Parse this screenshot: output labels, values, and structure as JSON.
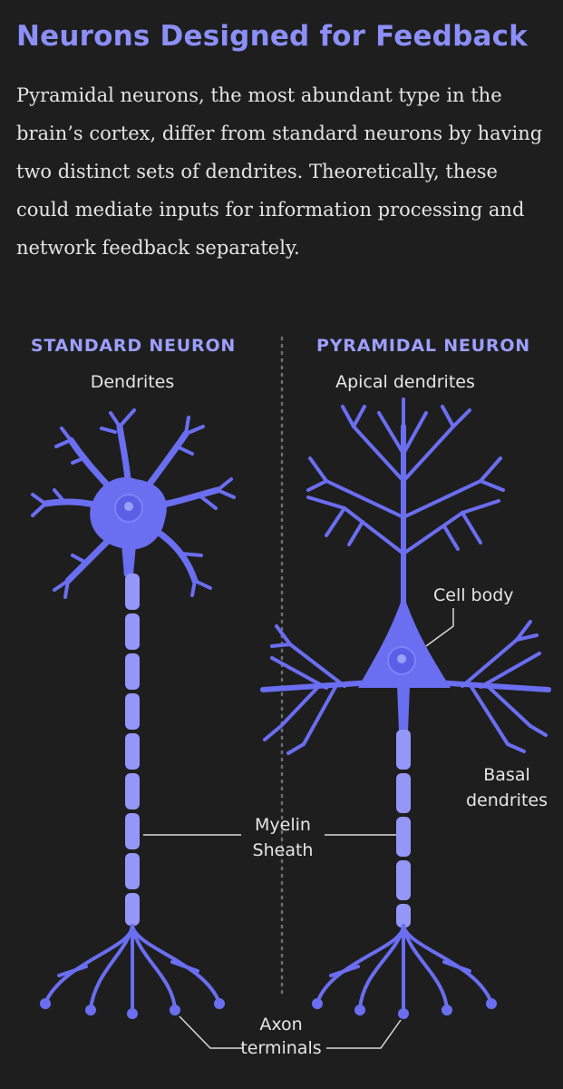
{
  "title": "Neurons Designed for Feedback",
  "intro": "Pyramidal neurons, the most abundant type in the brain’s cortex, differ from standard neurons by having two distinct sets of dendrites. Theoretically, these could mediate inputs for information processing and network feedback separately.",
  "standard": {
    "heading": "STANDARD NEURON",
    "dendrites": "Dendrites"
  },
  "pyramidal": {
    "heading": "PYRAMIDAL NEURON",
    "apical": "Apical dendrites",
    "cell_body": "Cell body",
    "basal_line1": "Basal",
    "basal_line2": "dendrites"
  },
  "shared": {
    "myelin_line1": "Myelin",
    "myelin_line2": "Sheath",
    "axon_line1": "Axon",
    "axon_line2": "terminals"
  },
  "colors": {
    "neuron": "#6a6ef0",
    "myelin": "#9497f8",
    "title": "#8b8ff7",
    "background": "#1e1e1f"
  }
}
